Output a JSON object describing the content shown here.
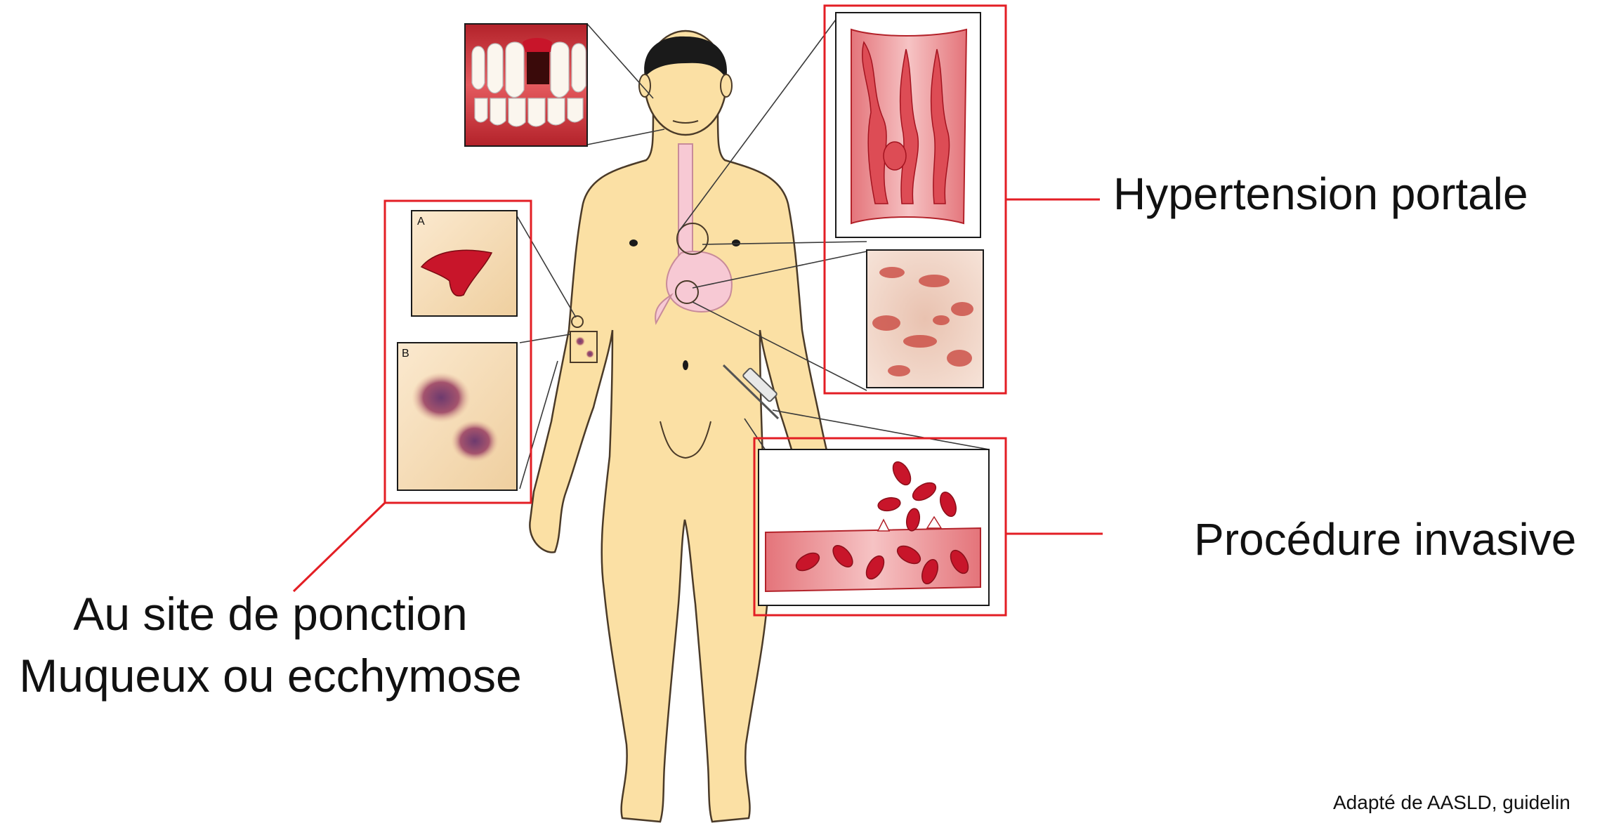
{
  "labels": {
    "hypertension": "Hypertension portale",
    "procedure": "Procédure invasive",
    "site_line1": "Au site de ponction",
    "site_line2": "Muqueux ou ecchymose",
    "source": "Adapté de AASLD, guidelin"
  },
  "panel_letters": {
    "a": "A",
    "b": "B"
  },
  "colors": {
    "highlight_box": "#e31e24",
    "skin": "#fbe0a4",
    "blood": "#c8152a",
    "stomach": "#f7c9d4"
  },
  "icons": {
    "figure": "human-body-icon",
    "syringe": "syringe-icon",
    "blood_cells": "red-blood-cell-icon"
  }
}
